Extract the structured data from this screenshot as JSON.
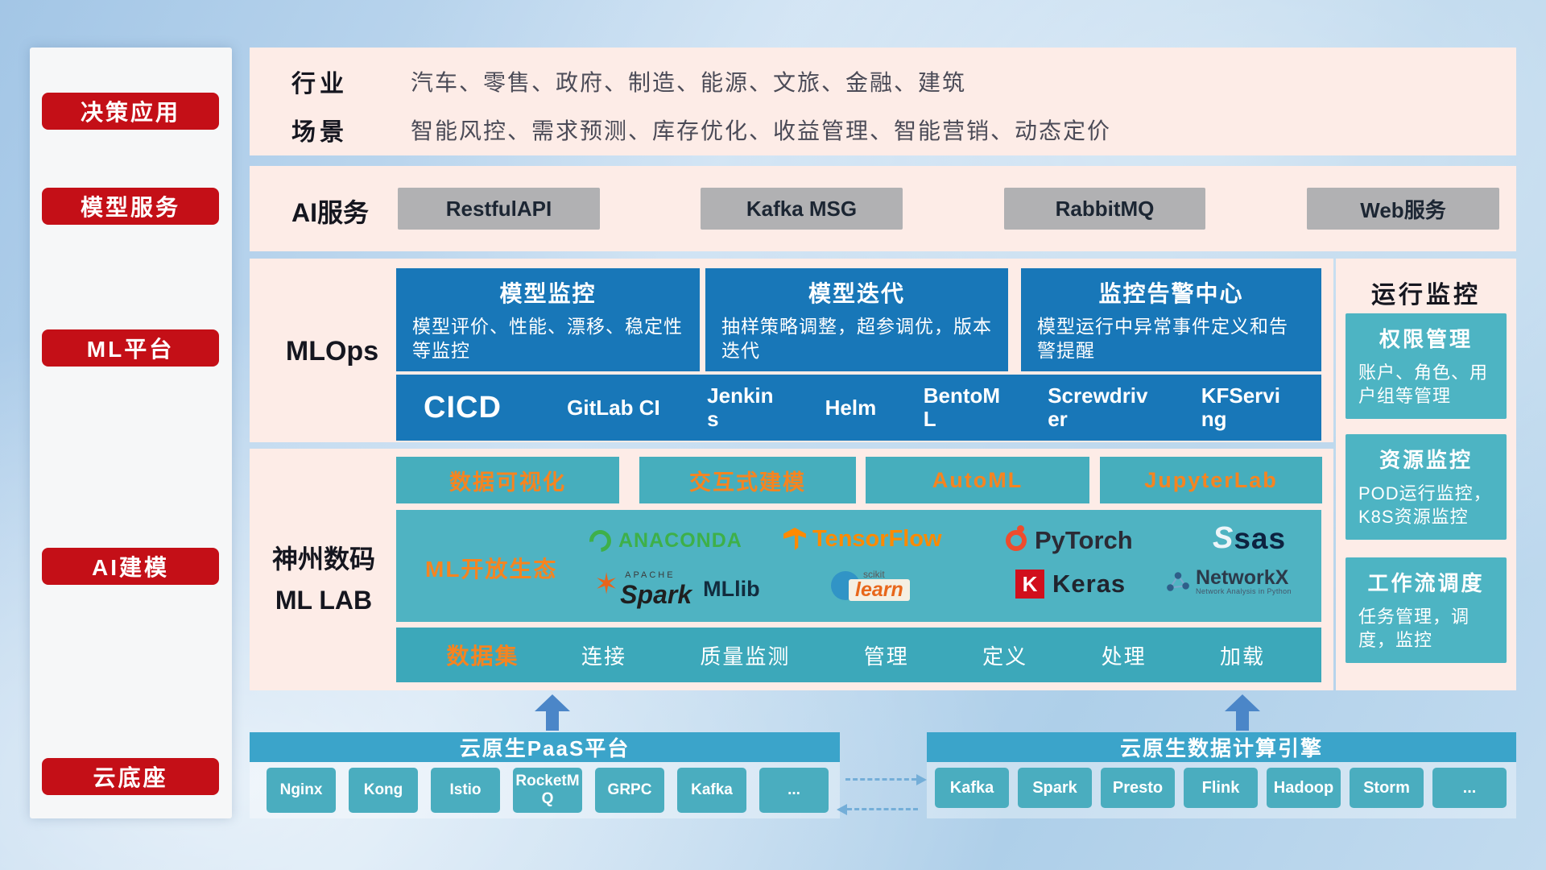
{
  "colors": {
    "background_blue": "#bcd7ee",
    "panel_pink": "#fdece7",
    "accent_red": "#c40f17",
    "card_blue": "#1877b8",
    "teal": "#46aebd",
    "teal_dark": "#3ca8ba",
    "header_teal": "#3ba4ca",
    "chip_teal": "#4aadbf",
    "orange": "#f68420",
    "gray_button": "#b1b1b3",
    "arrow_blue": "#4b86c8"
  },
  "sidebar": {
    "items": [
      "决策应用",
      "模型服务",
      "ML平台",
      "AI建模",
      "云底座"
    ]
  },
  "industry": {
    "rows": [
      {
        "label": "行业",
        "text": "汽车、零售、政府、制造、能源、文旅、金融、建筑"
      },
      {
        "label": "场景",
        "text": "智能风控、需求预测、库存优化、收益管理、智能营销、动态定价"
      }
    ]
  },
  "ai_service": {
    "label": "AI服务",
    "buttons": [
      "RestfulAPI",
      "Kafka MSG",
      "RabbitMQ",
      "Web服务"
    ]
  },
  "mlops": {
    "label": "MLOps",
    "cards": [
      {
        "title": "模型监控",
        "desc": "模型评价、性能、漂移、稳定性等监控"
      },
      {
        "title": "模型迭代",
        "desc": "抽样策略调整，超参调优，版本迭代"
      },
      {
        "title": "监控告警中心",
        "desc": "模型运行中异常事件定义和告警提醒"
      }
    ],
    "cicd_label": "CICD",
    "cicd_items": [
      "GitLab CI",
      "Jenkins",
      "Helm",
      "BentoML",
      "Screwdriver",
      "KFServing"
    ]
  },
  "monitor": {
    "title": "运行监控",
    "cards": [
      {
        "title": "权限管理",
        "desc": "账户、角色、用户组等管理"
      },
      {
        "title": "资源监控",
        "desc": "POD运行监控，K8S资源监控"
      },
      {
        "title": "工作流调度",
        "desc": "任务管理，调度，监控"
      }
    ]
  },
  "mllab": {
    "label_line1": "神州数码",
    "label_line2": "ML LAB",
    "tools": [
      "数据可视化",
      "交互式建模",
      "AutoML",
      "JupyterLab"
    ],
    "eco_label": "ML开放生态",
    "logos": {
      "anaconda": "ANACONDA",
      "tensorflow": "TensorFlow",
      "pytorch": "PyTorch",
      "sas": "sas",
      "apache": "APACHE",
      "spark": "Spark",
      "mllib": "MLlib",
      "scikit": "scikit",
      "learn": "learn",
      "keras_initial": "K",
      "keras": "Keras",
      "networkx": "NetworkX",
      "networkx_sub": "Network Analysis in Python"
    },
    "dataset": {
      "label": "数据集",
      "items": [
        "连接",
        "质量监测",
        "管理",
        "定义",
        "处理",
        "加载"
      ]
    }
  },
  "cloud": {
    "paas": {
      "title": "云原生PaaS平台",
      "items": [
        "Nginx",
        "Kong",
        "Istio",
        "RocketMQ",
        "GRPC",
        "Kafka",
        "..."
      ]
    },
    "engine": {
      "title": "云原生数据计算引擎",
      "items": [
        "Kafka",
        "Spark",
        "Presto",
        "Flink",
        "Hadoop",
        "Storm",
        "..."
      ]
    }
  }
}
